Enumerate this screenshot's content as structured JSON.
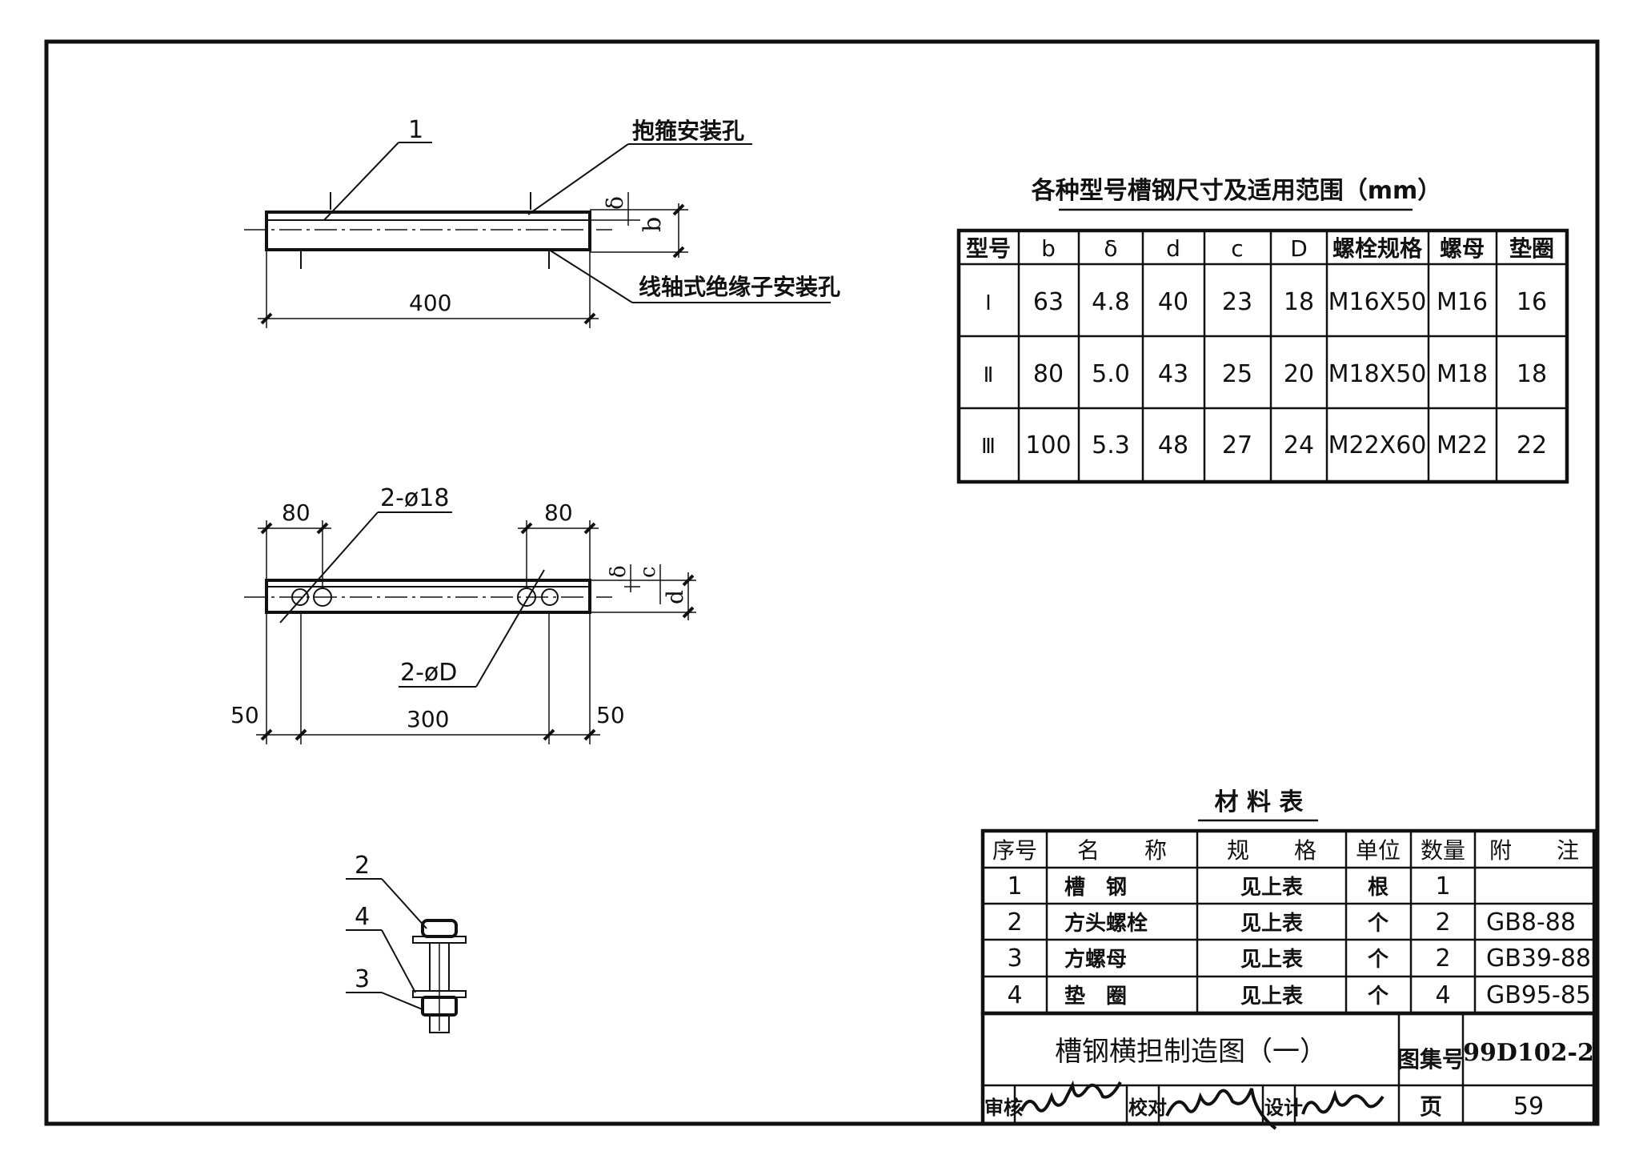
{
  "drawing1": {
    "callout_part": "1",
    "callout_hoop_holes": "抱箍安装孔",
    "callout_insulator_holes": "线轴式绝缘子安装孔",
    "dim_length": "400",
    "dim_b": "b",
    "dim_delta": "δ"
  },
  "drawing2": {
    "dim_left_80": "80",
    "dim_right_80": "80",
    "label_holes_18": "2-ø18",
    "label_holes_D": "2-øD",
    "dim_50_left": "50",
    "dim_300": "300",
    "dim_50_right": "50",
    "dim_delta": "δ",
    "dim_c": "c",
    "dim_d": "d"
  },
  "drawing3": {
    "callout_2": "2",
    "callout_4": "4",
    "callout_3": "3"
  },
  "spec_table": {
    "title": "各种型号槽钢尺寸及适用范围（mm）",
    "headers": [
      "型号",
      "b",
      "δ",
      "d",
      "c",
      "D",
      "螺栓规格",
      "螺母",
      "垫圈"
    ],
    "rows": [
      [
        "Ⅰ",
        "63",
        "4.8",
        "40",
        "23",
        "18",
        "M16X50",
        "M16",
        "16"
      ],
      [
        "Ⅱ",
        "80",
        "5.0",
        "43",
        "25",
        "20",
        "M18X50",
        "M18",
        "18"
      ],
      [
        "Ⅲ",
        "100",
        "5.3",
        "48",
        "27",
        "24",
        "M22X60",
        "M22",
        "22"
      ]
    ]
  },
  "material_table": {
    "title": "材 料 表",
    "headers": [
      "序号",
      "名　　称",
      "规　　格",
      "单位",
      "数量",
      "附　　注"
    ],
    "rows": [
      [
        "1",
        "槽　钢",
        "见上表",
        "根",
        "1",
        ""
      ],
      [
        "2",
        "方头螺栓",
        "见上表",
        "个",
        "2",
        "GB8-88"
      ],
      [
        "3",
        "方螺母",
        "见上表",
        "个",
        "2",
        "GB39-88"
      ],
      [
        "4",
        "垫　圈",
        "见上表",
        "个",
        "4",
        "GB95-85"
      ]
    ]
  },
  "title_block": {
    "drawing_title": "槽钢横担制造图（一）",
    "atlas_label": "图集号",
    "atlas_number": "99D102-2",
    "review_label": "审核",
    "check_label": "校对",
    "design_label": "设计",
    "page_label": "页",
    "page_number": "59"
  }
}
